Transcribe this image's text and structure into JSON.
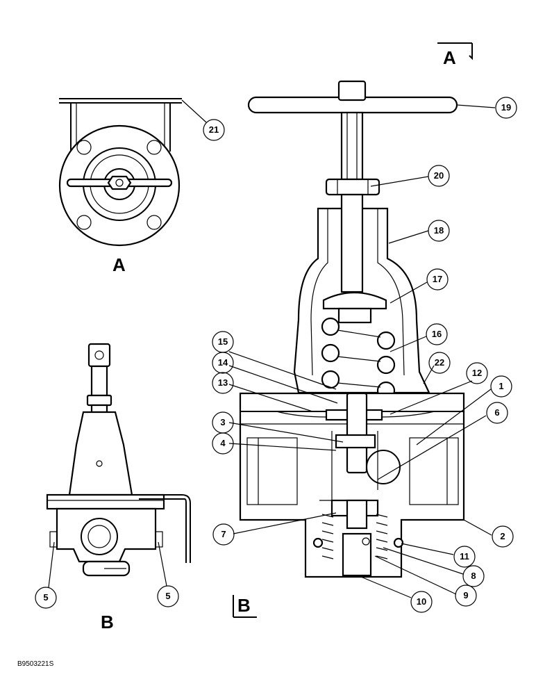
{
  "figure_id": "B9503221S",
  "view_labels": {
    "top": "A",
    "bottom": "B",
    "section_a": "A",
    "section_b": "B"
  },
  "callouts": {
    "c1": "1",
    "c2": "2",
    "c3": "3",
    "c4": "4",
    "c5a": "5",
    "c5b": "5",
    "c6": "6",
    "c7": "7",
    "c8": "8",
    "c9": "9",
    "c10": "10",
    "c11": "11",
    "c12": "12",
    "c13": "13",
    "c14": "14",
    "c15": "15",
    "c16": "16",
    "c17": "17",
    "c18": "18",
    "c19": "19",
    "c20": "20",
    "c21": "21",
    "c22": "22"
  }
}
